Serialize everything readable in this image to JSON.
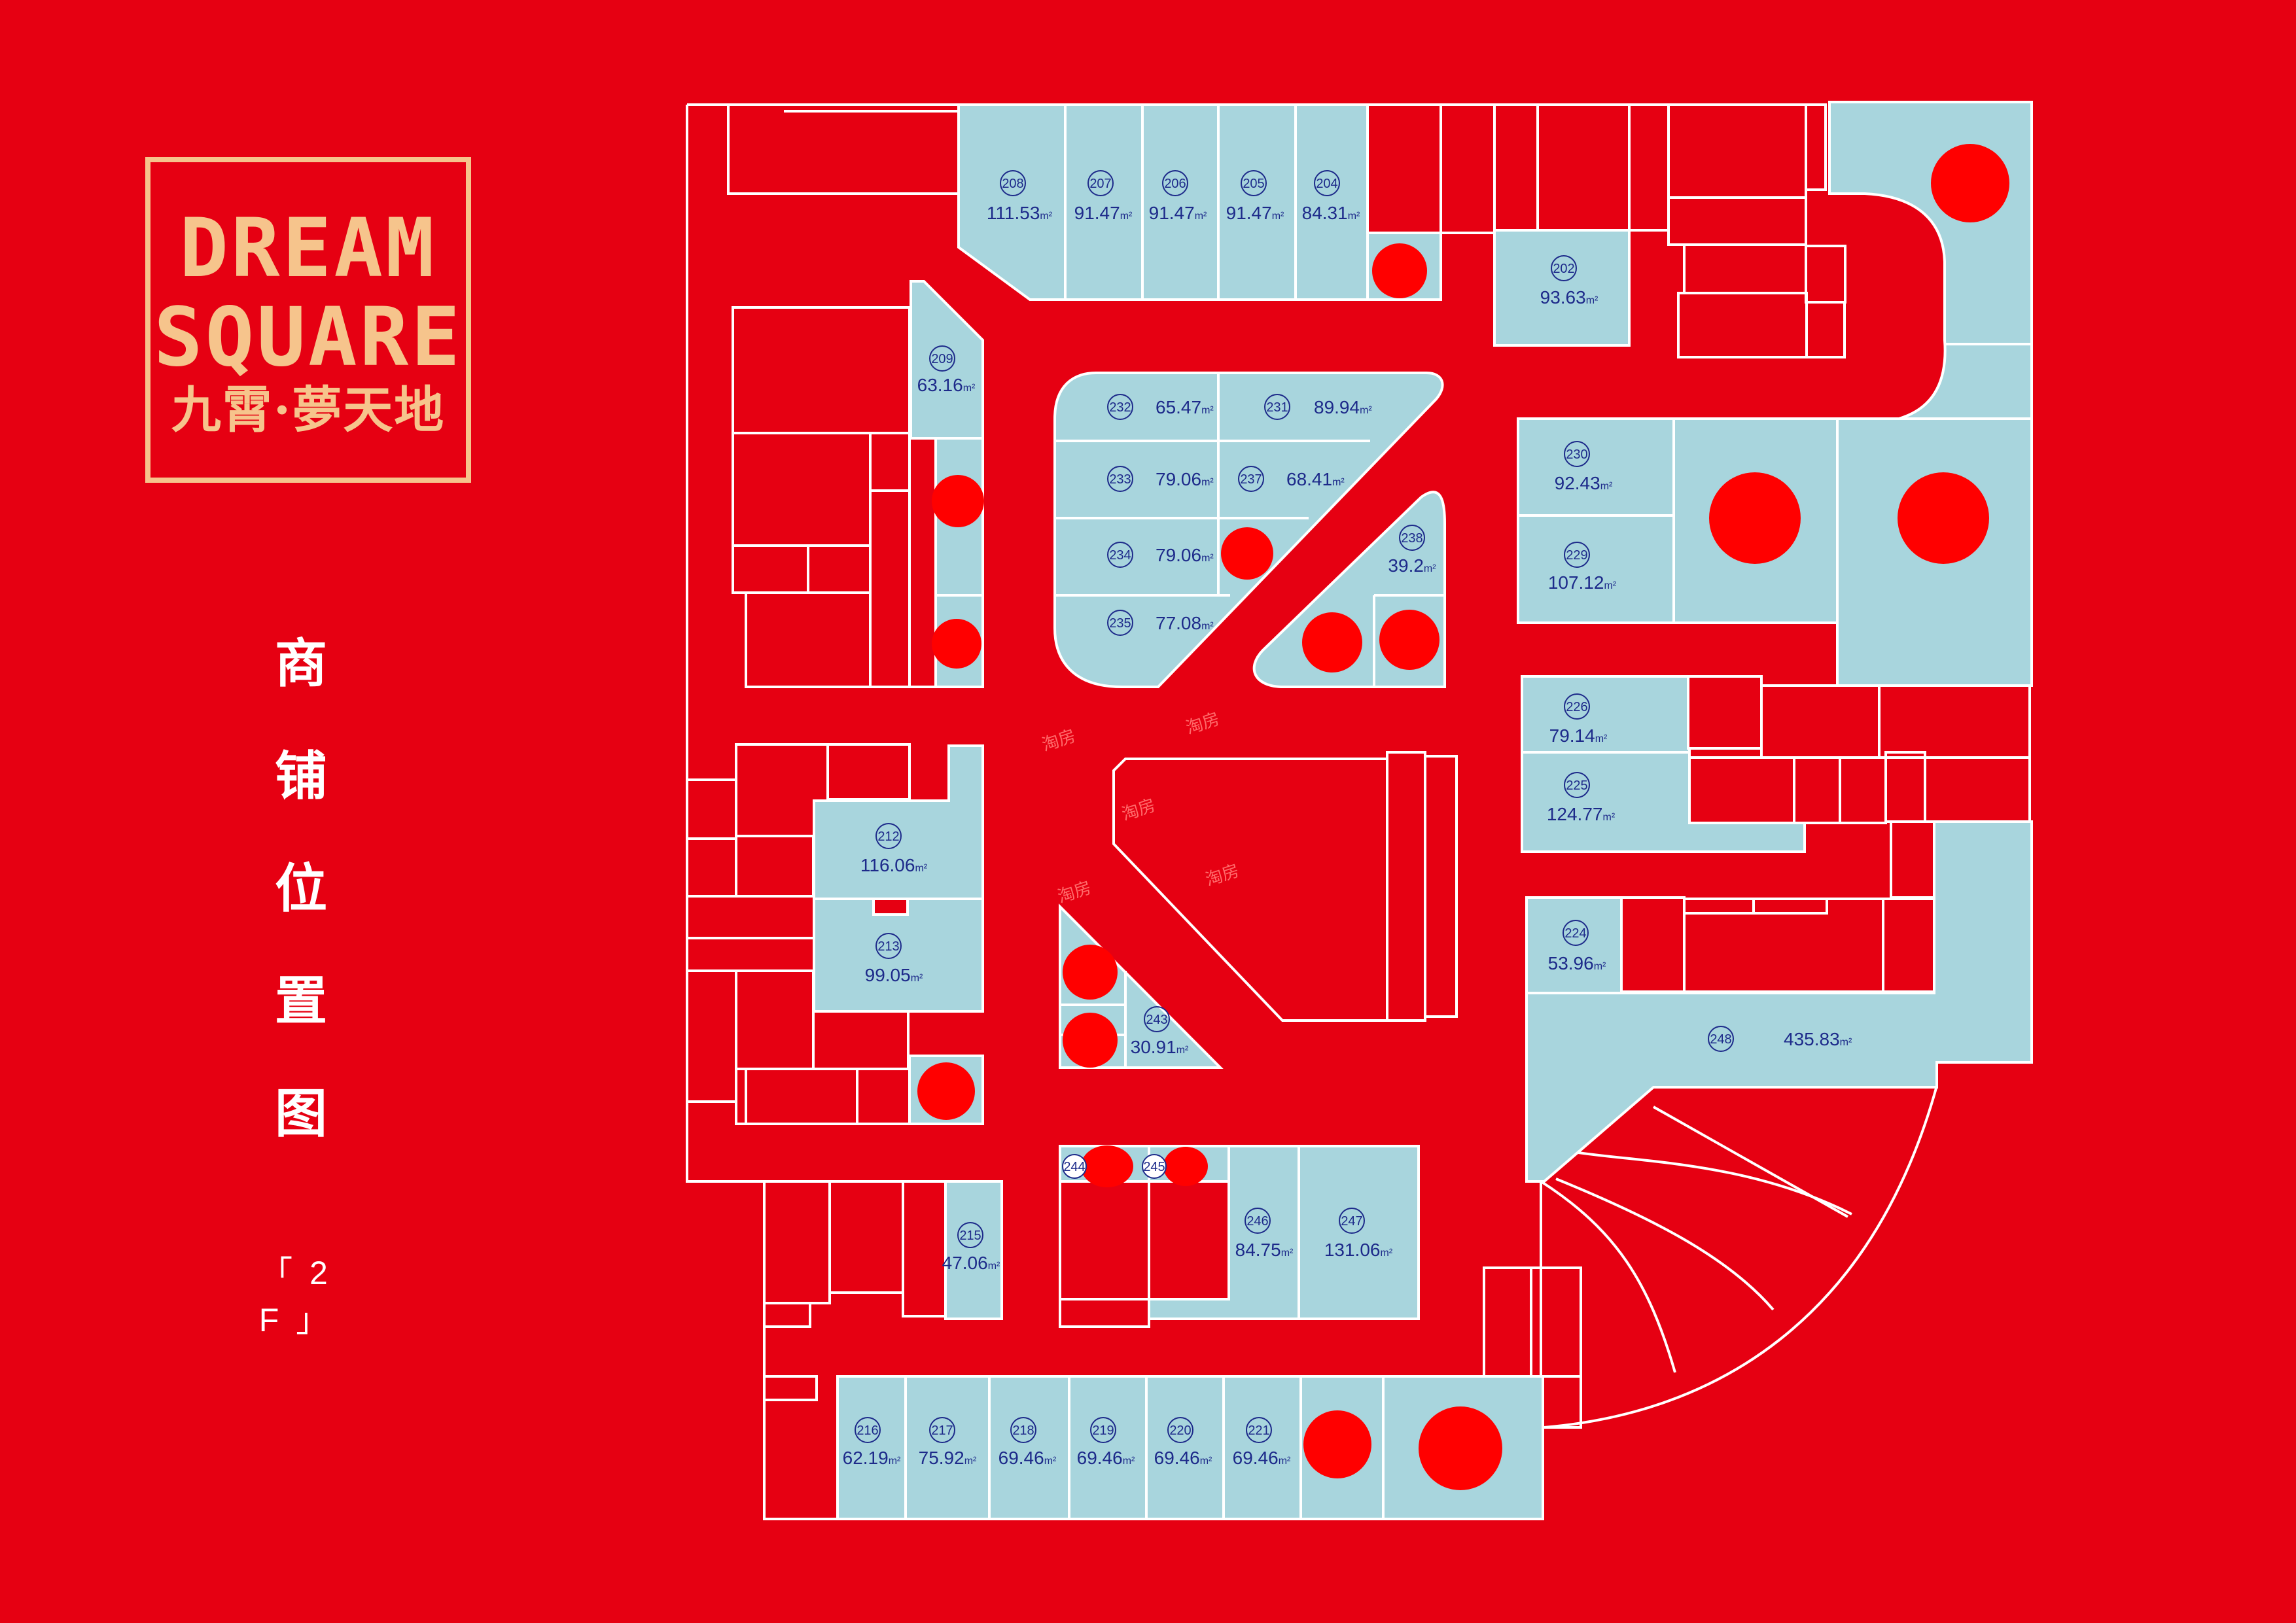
{
  "brand": {
    "logo_line1": "DREAM",
    "logo_line2": "SQUARE",
    "logo_cn": "九霄·夢天地"
  },
  "title_chars": [
    "商",
    "铺",
    "位",
    "置",
    "图"
  ],
  "floor_label": "「 2 F 」",
  "watermark": "淘房",
  "units": [
    {
      "no": "208",
      "area": "111.53"
    },
    {
      "no": "207",
      "area": "91.47"
    },
    {
      "no": "206",
      "area": "91.47"
    },
    {
      "no": "205",
      "area": "91.47"
    },
    {
      "no": "204",
      "area": "84.31"
    },
    {
      "no": "202",
      "area": "93.63"
    },
    {
      "no": "209",
      "area": "63.16"
    },
    {
      "no": "232",
      "area": "65.47"
    },
    {
      "no": "231",
      "area": "89.94"
    },
    {
      "no": "233",
      "area": "79.06"
    },
    {
      "no": "237",
      "area": "68.41"
    },
    {
      "no": "234",
      "area": "79.06"
    },
    {
      "no": "235",
      "area": "77.08"
    },
    {
      "no": "238",
      "area": "39.2"
    },
    {
      "no": "230",
      "area": "92.43"
    },
    {
      "no": "229",
      "area": "107.12"
    },
    {
      "no": "226",
      "area": "79.14"
    },
    {
      "no": "225",
      "area": "124.77"
    },
    {
      "no": "212",
      "area": "116.06"
    },
    {
      "no": "213",
      "area": "99.05"
    },
    {
      "no": "243",
      "area": "30.91"
    },
    {
      "no": "224",
      "area": "53.96"
    },
    {
      "no": "248",
      "area": "435.83"
    },
    {
      "no": "215",
      "area": "47.06"
    },
    {
      "no": "246",
      "area": "84.75"
    },
    {
      "no": "247",
      "area": "131.06"
    },
    {
      "no": "216",
      "area": "62.19"
    },
    {
      "no": "217",
      "area": "75.92"
    },
    {
      "no": "218",
      "area": "69.46"
    },
    {
      "no": "219",
      "area": "69.46"
    },
    {
      "no": "220",
      "area": "69.46"
    },
    {
      "no": "221",
      "area": "69.46"
    }
  ],
  "partial_units": [
    "244",
    "245"
  ],
  "area_unit": "m²",
  "colors": {
    "background": "#e60012",
    "unit_fill": "#a8d5dd",
    "outline": "#ffffff",
    "unit_text": "#1d2a8a",
    "logo_gold": "#f6c48c",
    "marker": "#ff0000"
  }
}
